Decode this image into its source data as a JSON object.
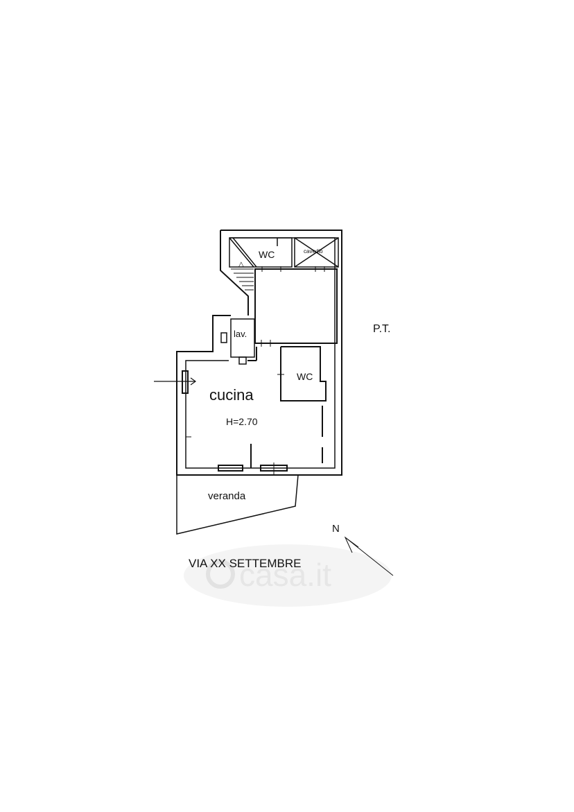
{
  "floor_label": "P.T.",
  "rooms": {
    "wc_top": "WC",
    "cavedio": "cavedio",
    "lav": "lav.",
    "wc_mid": "WC",
    "cucina": "cucina",
    "cucina_height": "H=2.70",
    "veranda": "veranda"
  },
  "street": "VIA XX SETTEMBRE",
  "north": "N",
  "watermark": "casa.it"
}
